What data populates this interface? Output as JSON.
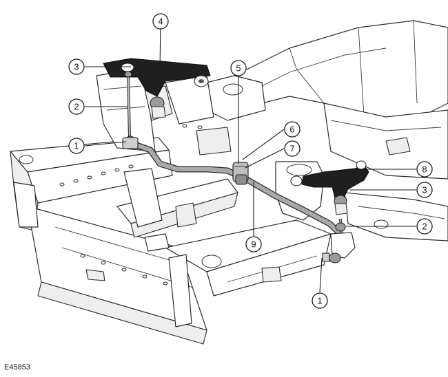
{
  "figure": {
    "reference": "E45853",
    "callouts": {
      "c1_left": "1",
      "c1_right": "1",
      "c2_left": "2",
      "c2_right": "2",
      "c3_left": "3",
      "c3_right": "3",
      "c4": "4",
      "c5": "5",
      "c6": "6",
      "c7": "7",
      "c8": "8",
      "c9": "9"
    }
  }
}
